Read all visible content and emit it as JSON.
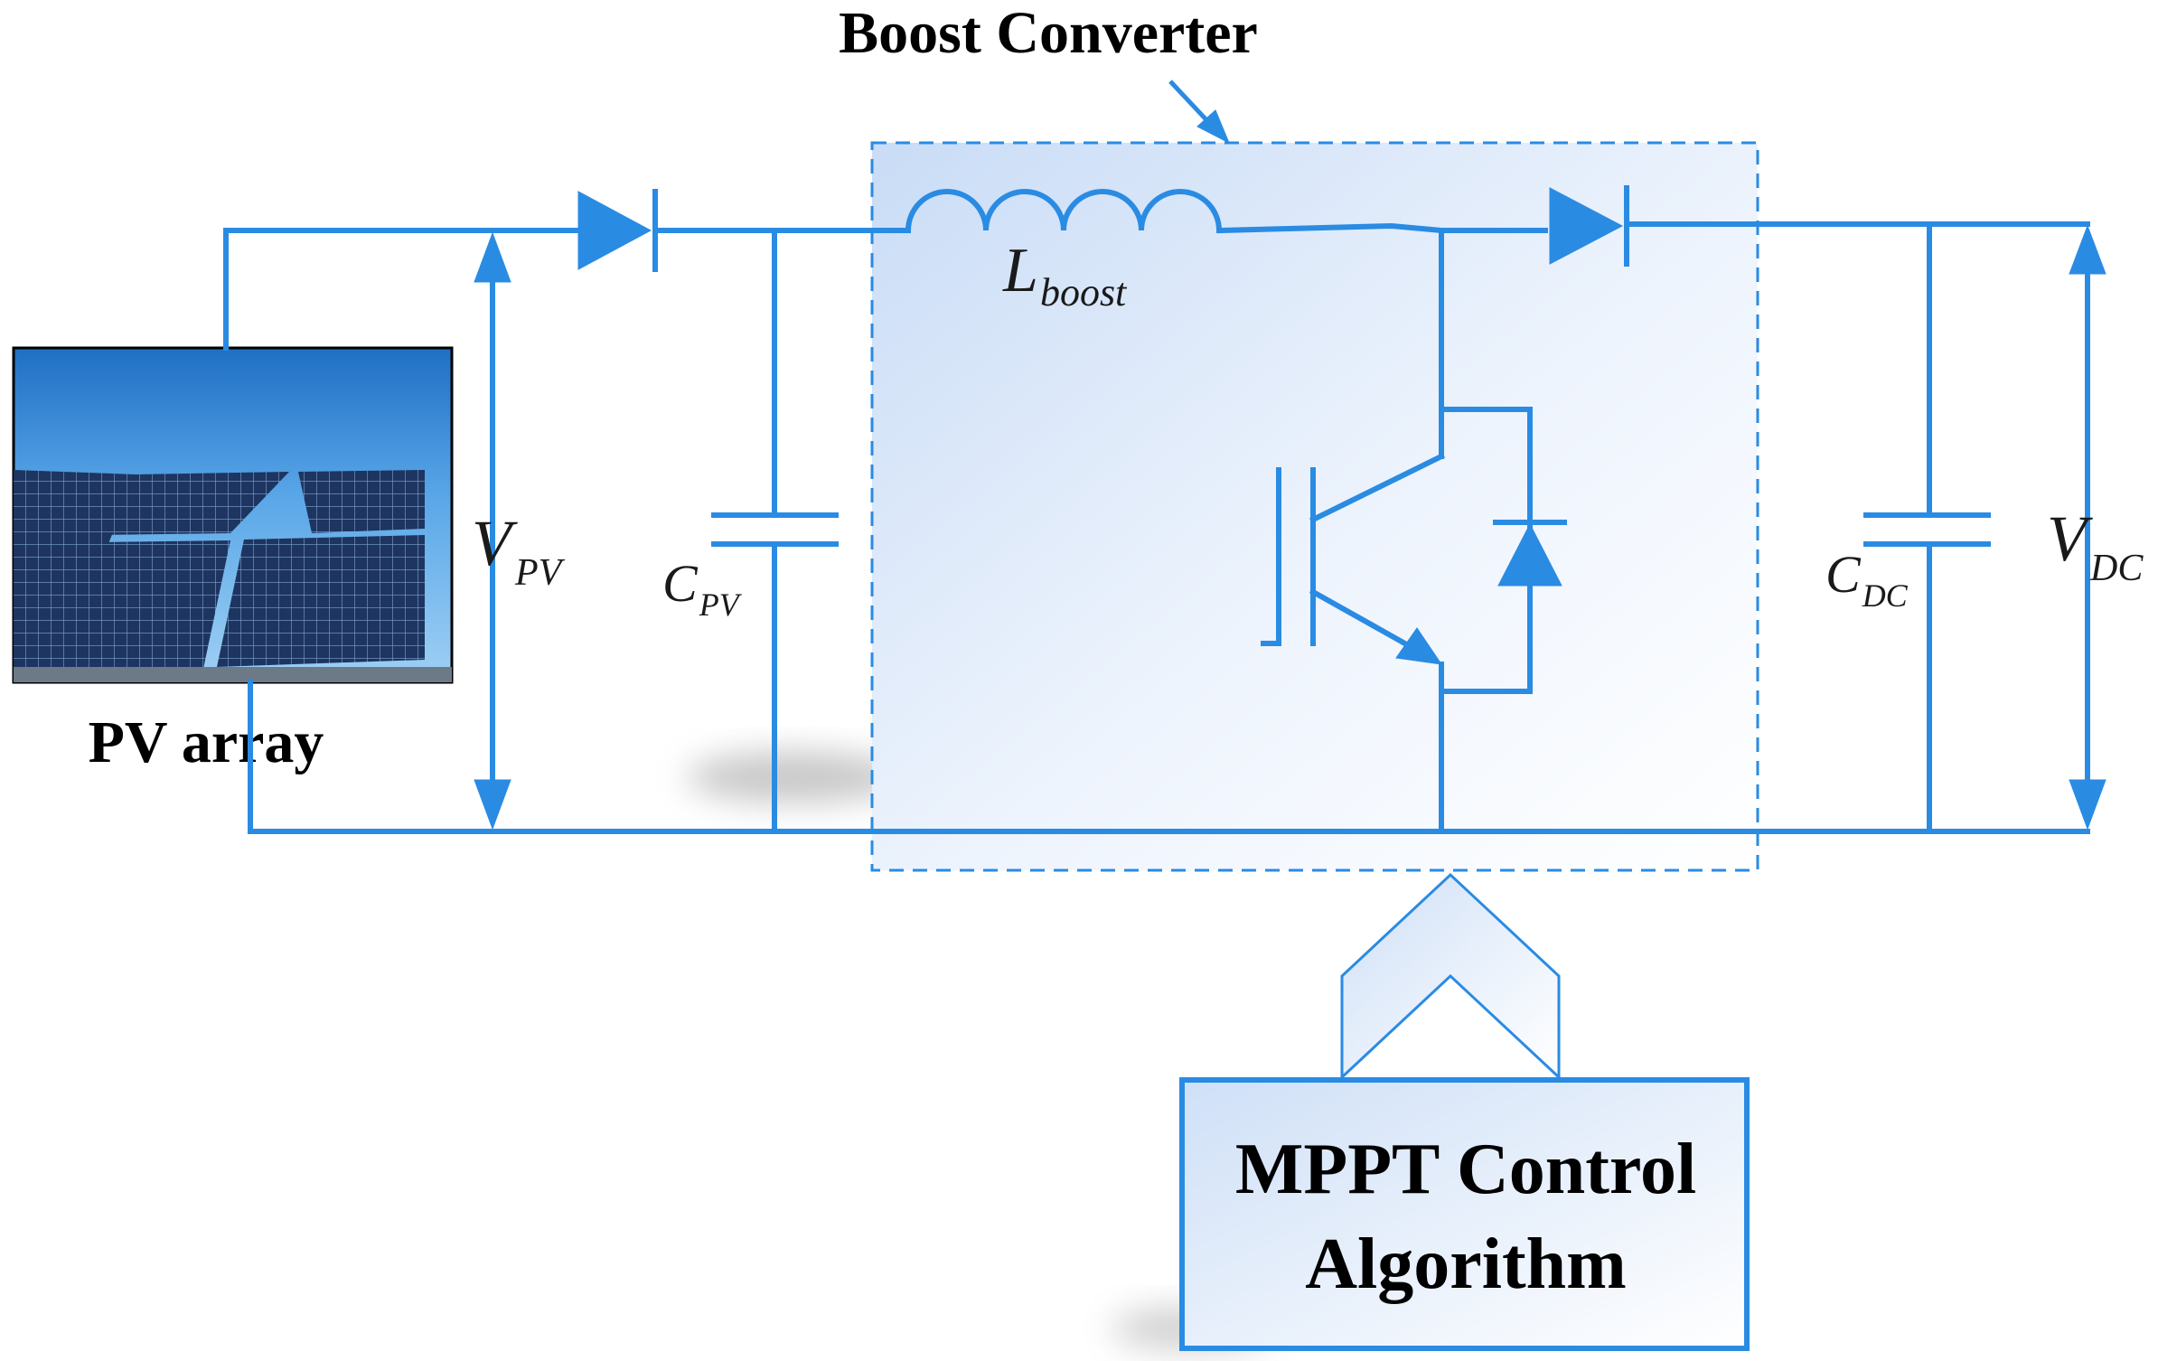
{
  "title": "Boost Converter",
  "pv_array": {
    "caption": "PV array"
  },
  "labels": {
    "vpv_main": "V",
    "vpv_sub": "PV",
    "cpv_main": "C",
    "cpv_sub": "PV",
    "lboost_main": "L",
    "lboost_sub": "boost",
    "cdc_main": "C",
    "cdc_sub": "DC",
    "vdc_main": "V",
    "vdc_sub": "DC"
  },
  "controller": {
    "line1": "MPPT Control",
    "line2": "Algorithm"
  },
  "colors": {
    "wire": "#2a8be3",
    "panel_sky": "#2f86d6",
    "box_fill": "#dbe8fa"
  },
  "icons": [
    "solar-panel-image",
    "diode-icon",
    "inductor-icon",
    "capacitor-icon",
    "igbt-icon",
    "voltage-arrow-icon",
    "signal-arrow-icon"
  ]
}
